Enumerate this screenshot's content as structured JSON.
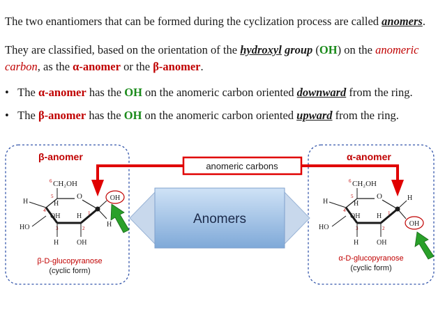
{
  "intro": {
    "p1": {
      "pre": "The two enantiomers that can be formed during the cyclization process are called ",
      "term": "anomers",
      "post": "."
    },
    "p2": {
      "a": "They are classified, based on the orientation of the ",
      "hydroxyl": "hydroxyl",
      "group": " group",
      "paren_open": " (",
      "oh": "OH",
      "paren_close": ") on the ",
      "anomeric": "anomeric",
      "carbon": "carbon",
      "b": ", as the ",
      "alpha": "α-anomer",
      "or": " or the ",
      "beta": "β-anomer",
      "end": "."
    }
  },
  "bullets": [
    {
      "mark": "•",
      "the": "The ",
      "anomer": "α-anomer",
      "has": " has the ",
      "oh": "OH",
      "on": " on the anomeric carbon oriented ",
      "dir": "downward",
      "end": " from the ring."
    },
    {
      "mark": "•",
      "the": "The ",
      "anomer": "β-anomer",
      "has": " has the ",
      "oh": "OH",
      "on": " on the anomeric carbon oriented ",
      "dir": "upward",
      "end": " from the ring."
    }
  ],
  "diagram": {
    "connector_label": "anomeric carbons",
    "center_label": "Anomers",
    "left": {
      "title": "β-anomer",
      "name": "β-D-glucopyranose",
      "form": "(cyclic form)",
      "atoms": {
        "c6": "6",
        "ch2oh": "CH₂OH",
        "c5": "5",
        "o": "O",
        "h5": "H",
        "h_left": "H",
        "c4": "4",
        "oh4": "OH",
        "h3": "H",
        "c1": "1",
        "ho": "HO",
        "c3": "3",
        "c2": "2",
        "h_bottom": "H",
        "oh_bottom": "OH",
        "h1": "H",
        "oh_circled": "OH"
      }
    },
    "right": {
      "title": "α-anomer",
      "name": "α-D-glucopyranose",
      "form": "(cyclic form)",
      "atoms": {
        "c6": "6",
        "ch2oh": "CH₂OH",
        "c5": "5",
        "o": "O",
        "h5": "H",
        "h_left": "H",
        "c4": "4",
        "oh4": "OH",
        "h3": "H",
        "c1": "1",
        "ho": "HO",
        "c3": "3",
        "c2": "2",
        "h_bottom": "H",
        "oh_bottom": "OH",
        "h1": "H",
        "oh_circled": "OH"
      }
    }
  },
  "colors": {
    "red": "#c00000",
    "green": "#1a8a1a",
    "arrow_red": "#e00000",
    "box_blue": "#3355aa",
    "center_box": "#9fc3e8"
  }
}
